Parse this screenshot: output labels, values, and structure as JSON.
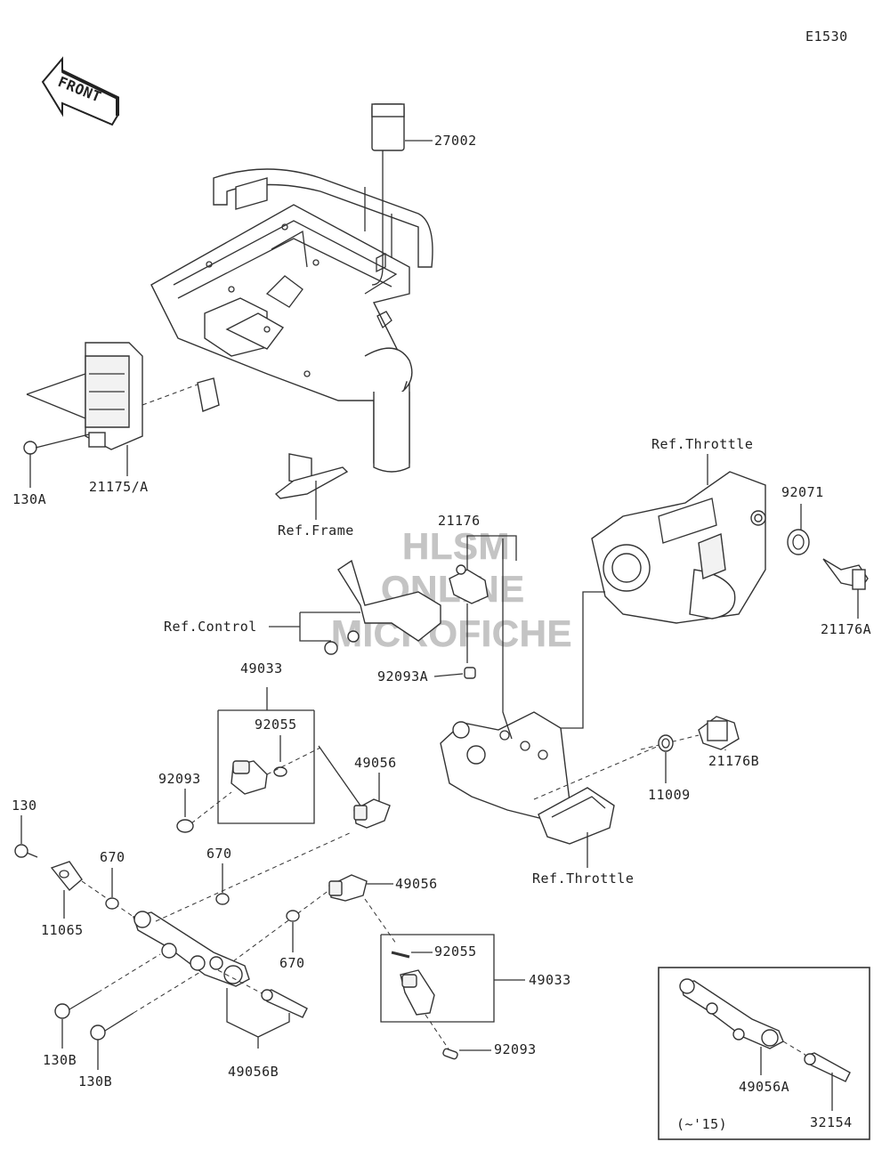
{
  "diagram_code": "E1530",
  "front_label": "FRONT",
  "watermark": [
    "HLSM",
    "ONLINE",
    "MICROFICHE"
  ],
  "inset_note": "(~'15)",
  "labels": {
    "p27002": "27002",
    "p130A": "130A",
    "p21175A": "21175/A",
    "ref_frame": "Ref.Frame",
    "ref_throttle_top": "Ref.Throttle",
    "p92071": "92071",
    "p21176A": "21176A",
    "p21176": "21176",
    "ref_control": "Ref.Control",
    "p92093A": "92093A",
    "p49033_top": "49033",
    "p92055_top": "92055",
    "p92093_top": "92093",
    "p49056_top": "49056",
    "p130": "130",
    "p670_a": "670",
    "p670_b": "670",
    "p11065": "11065",
    "p21176B": "21176B",
    "p11009": "11009",
    "ref_throttle_bottom": "Ref.Throttle",
    "p49056_mid": "49056",
    "p670_c": "670",
    "p92055_bot": "92055",
    "p49033_bot": "49033",
    "p92093_bot": "92093",
    "p130B_a": "130B",
    "p130B_b": "130B",
    "p49056B": "49056B",
    "p49056A": "49056A",
    "p32154": "32154"
  }
}
